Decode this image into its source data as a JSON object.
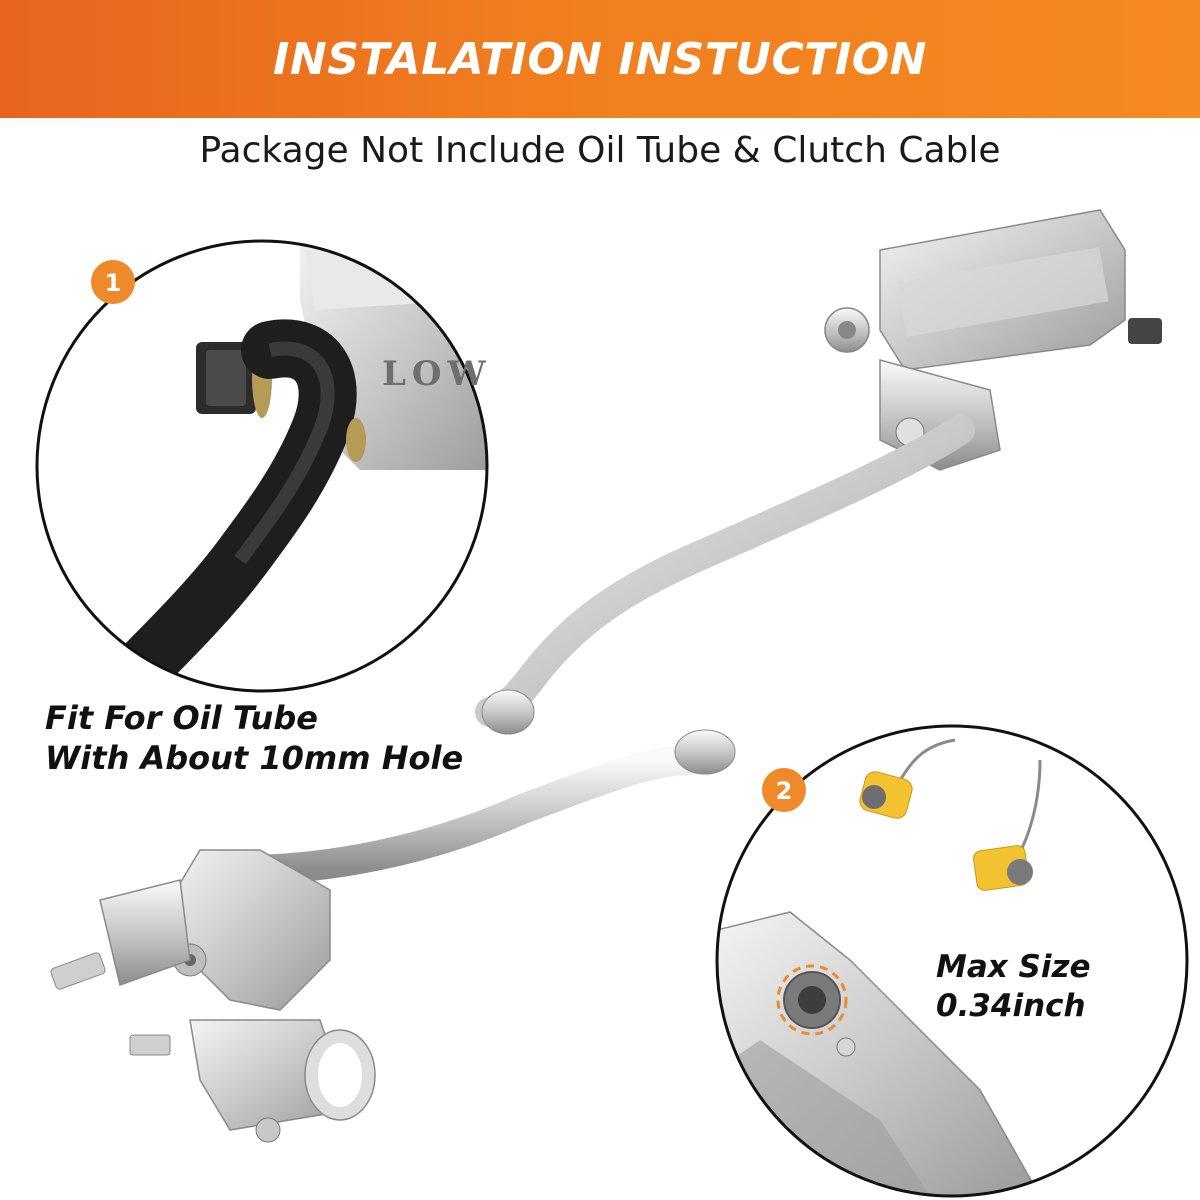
{
  "banner": {
    "title": "INSTALATION INSTUCTION"
  },
  "subtitle": "Package Not Include Oil Tube & Clutch Cable",
  "callout_1": {
    "badge": "1",
    "embossed_text": "LOW",
    "caption_lines": [
      "Fit For Oil Tube",
      "With About 10mm Hole"
    ]
  },
  "callout_2": {
    "badge": "2",
    "caption_lines": [
      "Max Size",
      "0.34inch"
    ]
  },
  "colors": {
    "accent": "#f07e1f",
    "badge": "#ef8a2a",
    "text": "#111111"
  }
}
